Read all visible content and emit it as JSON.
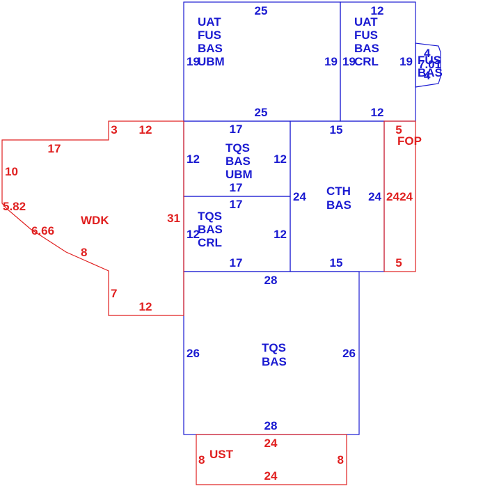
{
  "colors": {
    "area_line": "#1a1ad1",
    "addition_line": "#e02020"
  },
  "areas": [
    {
      "id": "uat-fus-bas-ubm",
      "code": [
        "UAT",
        "FUS",
        "BAS",
        "UBM"
      ],
      "color": "blue",
      "dims": {
        "top": "25",
        "bottom": "25",
        "left": "19",
        "right": "19"
      }
    },
    {
      "id": "uat-fus-bas-crl",
      "code": [
        "UAT",
        "FUS",
        "BAS",
        "CRL"
      ],
      "color": "blue",
      "dims": {
        "top": "12",
        "bottom": "12",
        "left": "19",
        "right": "19"
      }
    },
    {
      "id": "fus-bas-small",
      "code": [
        "FUS",
        "BAS"
      ],
      "color": "blue",
      "dims": {
        "a": "4",
        "b": "7.01",
        "c": "4"
      }
    },
    {
      "id": "tqs-bas-ubm",
      "code": [
        "TQS",
        "BAS",
        "UBM"
      ],
      "color": "blue",
      "dims": {
        "top": "17",
        "bottom": "17",
        "left": "12",
        "right": "12"
      }
    },
    {
      "id": "tqs-bas-crl",
      "code": [
        "TQS",
        "BAS",
        "CRL"
      ],
      "color": "blue",
      "dims": {
        "top": "17",
        "bottom": "17",
        "left": "12",
        "right": "12"
      }
    },
    {
      "id": "cth-bas",
      "code": [
        "CTH",
        "BAS"
      ],
      "color": "blue",
      "dims": {
        "top": "15",
        "bottom": "15",
        "left": "24",
        "right": "24"
      }
    },
    {
      "id": "tqs-bas-main",
      "code": [
        "TQS",
        "BAS"
      ],
      "color": "blue",
      "dims": {
        "top": "28",
        "bottom": "28",
        "left": "26",
        "right": "26"
      }
    },
    {
      "id": "fop",
      "code": [
        "FOP"
      ],
      "color": "red",
      "dims": {
        "top": "5",
        "bottom": "5",
        "left": "24",
        "right": "24"
      }
    },
    {
      "id": "wdk",
      "code": [
        "WDK"
      ],
      "color": "red",
      "dims": {
        "top_short": "3",
        "top": "12",
        "upper_left": "17",
        "left": "10",
        "diag1": "5.82",
        "diag2": "6.66",
        "diag3": "8",
        "right": "31",
        "lower_left": "7",
        "bottom": "12"
      }
    },
    {
      "id": "ust",
      "code": [
        "UST"
      ],
      "color": "red",
      "dims": {
        "top": "24",
        "bottom": "24",
        "left": "8",
        "right": "8"
      }
    }
  ]
}
